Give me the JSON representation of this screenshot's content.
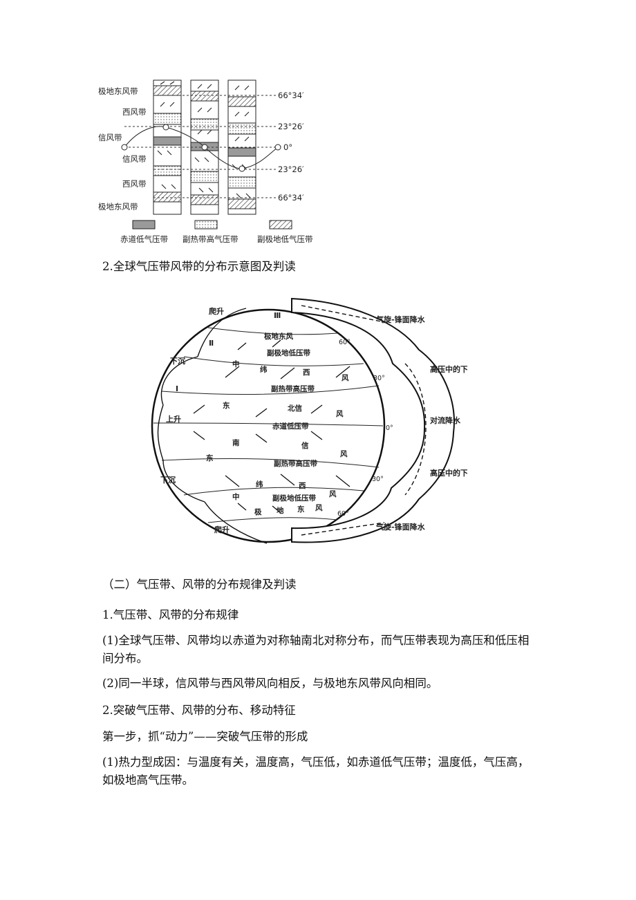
{
  "figure1": {
    "left_labels": [
      "极地东风带",
      "西风带",
      "信风带",
      "信风带",
      "西风带",
      "极地东风带"
    ],
    "right_labels": [
      "66°34′",
      "23°26′",
      "0°",
      "23°26′",
      "66°34′"
    ],
    "legend": [
      "赤道低气压带",
      "副热带高气压带",
      "副极地低气压带"
    ]
  },
  "caption": "2.全球气压带风带的分布示意图及判读",
  "figure2": {
    "left": [
      "爬升",
      "Ⅲ",
      "Ⅱ",
      "下沉",
      "Ⅰ",
      "上升",
      "下沉",
      "爬升"
    ],
    "inside": [
      "极地东风",
      "副极地低压带",
      "中",
      "纬",
      "西",
      "风",
      "副热带高压带",
      "东",
      "北信",
      "风",
      "赤道低压带",
      "南",
      "信",
      "东",
      "风",
      "副热带高压带",
      "纬",
      "西",
      "中",
      "风",
      "副极地低压带",
      "极",
      "地",
      "东",
      "风"
    ],
    "lat_labels": [
      "60°",
      "30°",
      "0°",
      "30°",
      "60°"
    ],
    "right": [
      "气旋-锋面降水",
      "高压中的下沉气流",
      "对流降水",
      "高压中的下沉气流",
      "气旋-锋面降水"
    ]
  },
  "text": {
    "section_title": "（二）气压带、风带的分布规律及判读",
    "h1": "1.气压带、风带的分布规律",
    "p1": "(1)全球气压带、风带均以赤道为对称轴南北对称分布，而气压带表现为高压和低压相间分布。",
    "p2": "(2)同一半球，信风带与西风带风向相反，与极地东风带风向相同。",
    "h2": "2.突破气压带、风带的分布、移动特征",
    "step1": "第一步，抓“动力”——突破气压带的形成",
    "p3": "(1)热力型成因：与温度有关，温度高，气压低，如赤道低气压带；温度低，气压高，如极地高气压带。"
  }
}
